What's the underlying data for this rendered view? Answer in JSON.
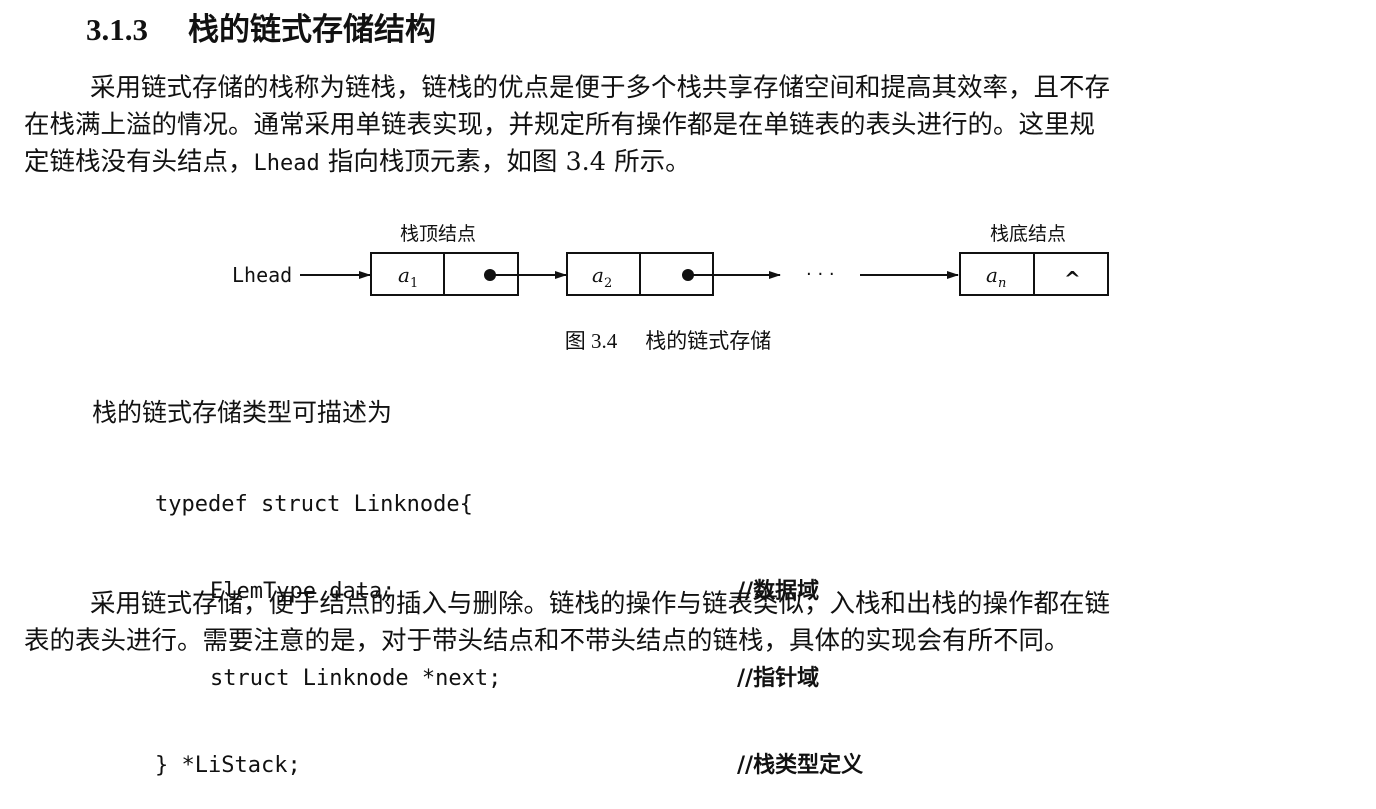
{
  "heading": {
    "number": "3.1.3",
    "title": "栈的链式存储结构"
  },
  "paragraph1": {
    "line1": "采用链式存储的栈称为链栈，链栈的优点是便于多个栈共享存储空间和提高其效率，且不存",
    "line2": "在栈满上溢的情况。通常采用单链表实现，并规定所有操作都是在单链表的表头进行的。这里规",
    "line3_before": "定链栈没有头结点，",
    "line3_code": "Lhead",
    "line3_after": " 指向栈顶元素，如图 3.4 所示。"
  },
  "figure": {
    "pointer_label": "Lhead",
    "top_node_label": "栈顶结点",
    "bottom_node_label": "栈底结点",
    "node1_data": "a",
    "node1_sub": "1",
    "node2_data": "a",
    "node2_sub": "2",
    "last_node_data": "a",
    "last_node_sub": "n",
    "null_symbol": "^",
    "ellipsis": "· · ·",
    "caption_label": "图 3.4",
    "caption_text": "栈的链式存储"
  },
  "intro": "栈的链式存储类型可描述为",
  "code": {
    "line1": "typedef struct Linknode{",
    "line2": "ElemType data;",
    "line2_comment": "//数据域",
    "line3": "struct Linknode *next;",
    "line3_comment": "//指针域",
    "line4": "} *LiStack;",
    "line4_comment": "//栈类型定义"
  },
  "paragraph2": {
    "line1": "采用链式存储，便于结点的插入与删除。链栈的操作与链表类似，入栈和出栈的操作都在链",
    "line2": "表的表头进行。需要注意的是，对于带头结点和不带头结点的链栈，具体的实现会有所不同。"
  }
}
